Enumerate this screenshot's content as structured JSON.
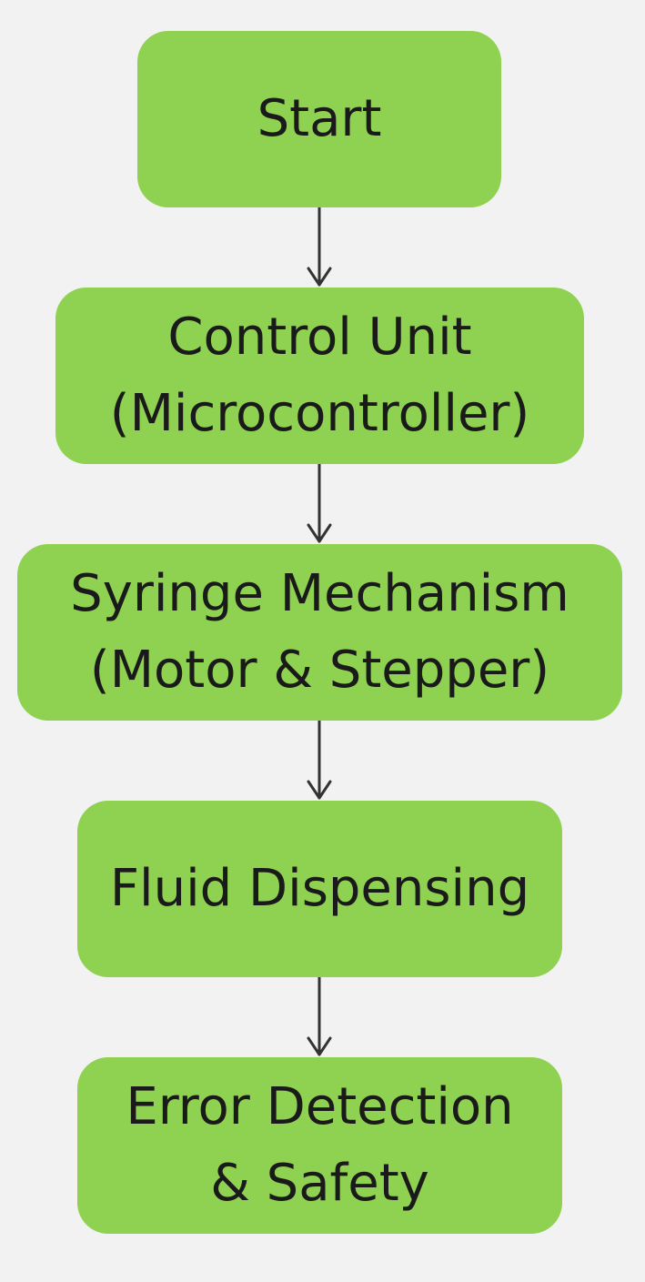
{
  "flowchart": {
    "nodes": [
      {
        "id": "start",
        "lines": [
          "Start"
        ]
      },
      {
        "id": "control_unit",
        "lines": [
          "Control Unit",
          "(Microcontroller)"
        ]
      },
      {
        "id": "syringe_mechanism",
        "lines": [
          "Syringe Mechanism",
          "(Motor & Stepper)"
        ]
      },
      {
        "id": "fluid_dispensing",
        "lines": [
          "Fluid Dispensing"
        ]
      },
      {
        "id": "error_detection",
        "lines": [
          "Error Detection",
          "& Safety"
        ]
      }
    ],
    "edges": [
      {
        "from": "start",
        "to": "control_unit"
      },
      {
        "from": "control_unit",
        "to": "syringe_mechanism"
      },
      {
        "from": "syringe_mechanism",
        "to": "fluid_dispensing"
      },
      {
        "from": "fluid_dispensing",
        "to": "error_detection"
      }
    ],
    "colors": {
      "background": "#f2f2f2",
      "node_fill": "#8fd150",
      "text": "#1a1a1a",
      "arrow": "#333333"
    }
  }
}
